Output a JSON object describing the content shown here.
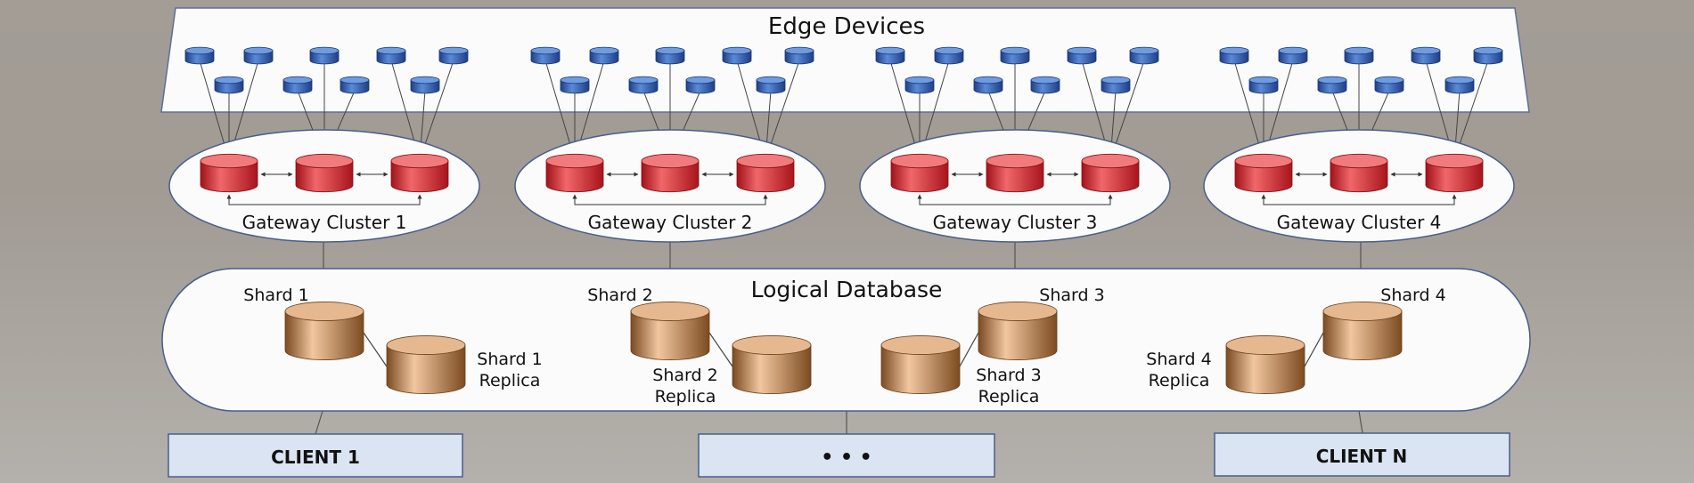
{
  "edge_devices": {
    "title": "Edge Devices"
  },
  "gateway_clusters": [
    {
      "label": "Gateway Cluster 1"
    },
    {
      "label": "Gateway Cluster 2"
    },
    {
      "label": "Gateway Cluster 3"
    },
    {
      "label": "Gateway Cluster 4"
    }
  ],
  "database": {
    "title": "Logical Database",
    "shards": [
      {
        "label": "Shard 1",
        "replica_line1": "Shard 1",
        "replica_line2": "Replica"
      },
      {
        "label": "Shard 2",
        "replica_line1": "Shard 2",
        "replica_line2": "Replica"
      },
      {
        "label": "Shard 3",
        "replica_line1": "Shard 3",
        "replica_line2": "Replica"
      },
      {
        "label": "Shard 4",
        "replica_line1": "Shard 4",
        "replica_line2": "Replica"
      }
    ]
  },
  "clients": [
    {
      "label": "CLIENT 1"
    },
    {
      "label": "• • •"
    },
    {
      "label": "CLIENT N"
    }
  ],
  "colors": {
    "edge_node": "#3566b8",
    "gateway_node": "#d42a2f",
    "shard_node": "#b7773f",
    "client_box": "#dbe4f2",
    "outline": "#4a5e8a"
  }
}
